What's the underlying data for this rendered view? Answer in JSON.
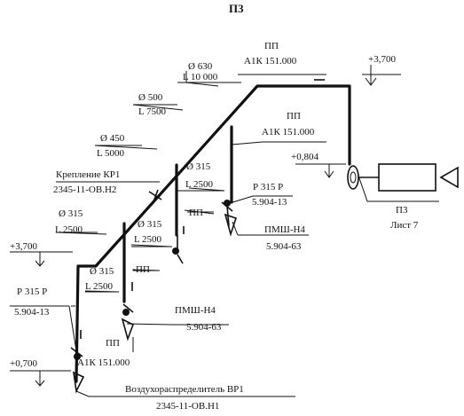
{
  "title": "П3",
  "levels": {
    "top_right": "+3,700",
    "mid_right": "+0,804",
    "left_upper": "+3,700",
    "left_lower": "+0,700"
  },
  "ducts": {
    "d630": {
      "diameter": "Ø 630",
      "length": "L 10 000"
    },
    "d500": {
      "diameter": "Ø 500",
      "length": "L 7500"
    },
    "d450": {
      "diameter": "Ø 450",
      "length": "L 5000"
    },
    "d315_left": {
      "diameter": "Ø 315",
      "length": "L 2500"
    },
    "d315_branch_right": {
      "diameter": "Ø 315",
      "length": "L 2500"
    },
    "d315_branch_mid": {
      "diameter": "Ø 315",
      "length": "L 2500"
    },
    "d315_branch_low": {
      "diameter": "Ø 315",
      "length": "L 2500"
    }
  },
  "labels": {
    "pp": "ПП",
    "pp_code": "А1К 151.000",
    "mount_title": "Крепление КР1",
    "mount_code": "2345-11-ОВ.Н2",
    "p315": "Р 315 Р",
    "p315_code": "5.904-13",
    "pmsh": "ПМШ-Н4",
    "pmsh_code": "5.904-63",
    "ref_title": "П3",
    "ref_sheet": "Лист 7",
    "air_dist": "Воздухораспределитель ВР1",
    "air_dist_code": "2345-11-ОВ.Н1"
  }
}
